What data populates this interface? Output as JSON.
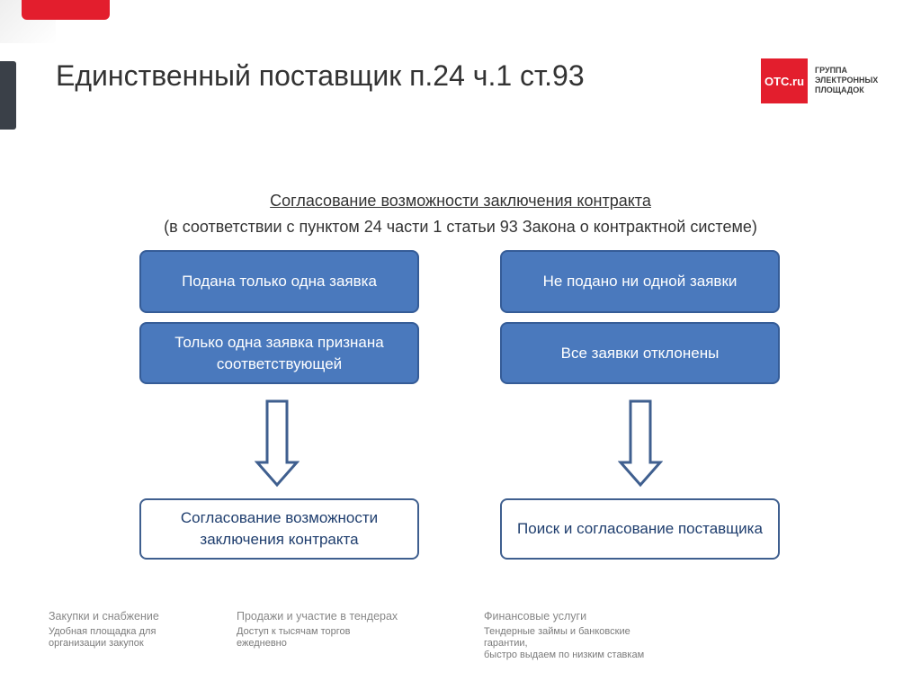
{
  "header": {
    "title": "Единственный поставщик п.24 ч.1 ст.93"
  },
  "logo": {
    "mark": "ОТС.ru",
    "text": "ГРУППА\nЭЛЕКТРОННЫХ\nПЛОЩАДОК"
  },
  "diagram": {
    "heading": "Согласование возможности заключения контракта",
    "subheading": "(в соответствии с пунктом 24 части 1 статьи 93 Закона о контрактной системе)",
    "left": {
      "box1": "Подана только одна заявка",
      "box2": "Только одна заявка признана соответствующей",
      "result": "Согласование возможности заключения контракта"
    },
    "right": {
      "box1": "Не подано ни одной заявки",
      "box2": "Все заявки отклонены",
      "result": "Поиск и согласование поставщика"
    }
  },
  "footer": {
    "col1": {
      "title": "Закупки и снабжение",
      "desc": "Удобная площадка для\nорганизации закупок"
    },
    "col2": {
      "title": "Продажи и участие в тендерах",
      "desc": "Доступ к тысячам торгов\nежедневно"
    },
    "col3": {
      "title": "Финансовые услуги",
      "desc": "Тендерные займы и банковские\nгарантии,\nбыстро выдаем по низким ставкам"
    }
  },
  "colors": {
    "brand_red": "#e31e2d",
    "box_blue": "#4a79bd",
    "box_border": "#355c97",
    "arrow": "#3f5f8f"
  }
}
